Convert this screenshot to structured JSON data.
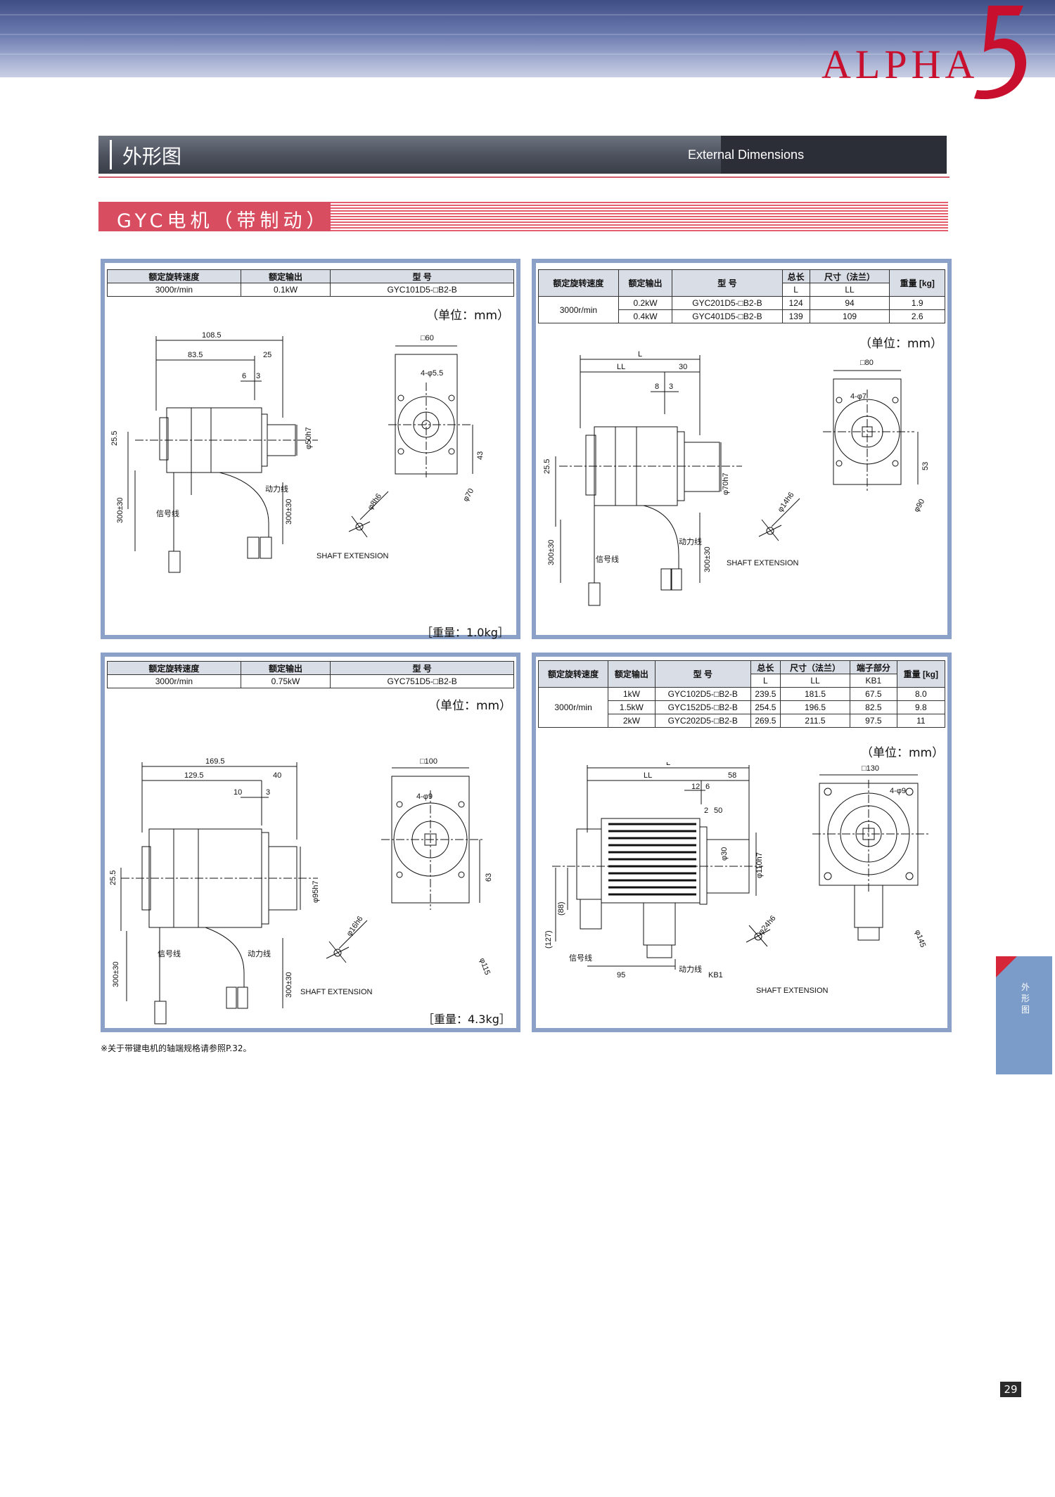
{
  "header": {
    "logo_text": "ALPHA",
    "logo_five": "5"
  },
  "section": {
    "title_cn": "外形图",
    "title_en": "External Dimensions"
  },
  "subsection": {
    "title": "GYC电机（带制动）"
  },
  "labels": {
    "unit": "（单位：mm）",
    "shaft_extension": "SHAFT EXTENSION",
    "signal_line": "信号线",
    "power_line": "动力线"
  },
  "panels": [
    {
      "headers": [
        "额定旋转速度",
        "额定输出",
        "型 号"
      ],
      "rows": [
        [
          "3000r/min",
          "0.1kW",
          "GYC101D5-□B2-B"
        ]
      ],
      "weight": "［重量：1.0kg］",
      "dims": {
        "total": "108.5",
        "ll": "83.5",
        "shaft": "25",
        "d1": "6",
        "d2": "3",
        "h": "25.5",
        "cable": "300±30",
        "shaft_dia": "φ50h7",
        "flange": "□60",
        "holes": "4-φ5.5",
        "pcd": "φ70",
        "side": "43",
        "key": "φ8h6"
      }
    },
    {
      "headers": [
        "额定旋转速度",
        "额定输出",
        "型 号",
        "总长",
        "尺寸（法兰）",
        "重量 [kg]"
      ],
      "subheaders": [
        "L",
        "LL"
      ],
      "speed": "3000r/min",
      "rows": [
        [
          "0.2kW",
          "GYC201D5-□B2-B",
          "124",
          "94",
          "1.9"
        ],
        [
          "0.4kW",
          "GYC401D5-□B2-B",
          "139",
          "109",
          "2.6"
        ]
      ],
      "dims": {
        "total": "L",
        "ll": "LL",
        "shaft": "30",
        "d1": "8",
        "d2": "3",
        "h": "25.5",
        "cable": "300±30",
        "shaft_dia": "φ70h7",
        "flange": "□80",
        "holes": "4-φ7",
        "pcd": "φ90",
        "side": "53",
        "key": "φ14h6"
      }
    },
    {
      "headers": [
        "额定旋转速度",
        "额定输出",
        "型 号"
      ],
      "rows": [
        [
          "3000r/min",
          "0.75kW",
          "GYC751D5-□B2-B"
        ]
      ],
      "weight": "［重量：4.3kg］",
      "dims": {
        "total": "169.5",
        "ll": "129.5",
        "shaft": "40",
        "d1": "10",
        "d2": "3",
        "h": "25.5",
        "cable": "300±30",
        "shaft_dia": "φ95h7",
        "flange": "□100",
        "holes": "4-φ9",
        "pcd": "φ115",
        "side": "63",
        "key": "φ16h6"
      }
    },
    {
      "headers": [
        "额定旋转速度",
        "额定输出",
        "型 号",
        "总长",
        "尺寸（法兰）",
        "端子部分",
        "重量 [kg]"
      ],
      "subheaders": [
        "L",
        "LL",
        "KB1"
      ],
      "speed": "3000r/min",
      "rows": [
        [
          "1kW",
          "GYC102D5-□B2-B",
          "239.5",
          "181.5",
          "67.5",
          "8.0"
        ],
        [
          "1.5kW",
          "GYC152D5-□B2-B",
          "254.5",
          "196.5",
          "82.5",
          "9.8"
        ],
        [
          "2kW",
          "GYC202D5-□B2-B",
          "269.5",
          "211.5",
          "97.5",
          "11"
        ]
      ],
      "dims": {
        "total": "L",
        "ll": "LL",
        "shaft": "58",
        "d1": "12",
        "d2": "6",
        "d3": "2",
        "d4": "50",
        "h1": "(127)",
        "h2": "(88)",
        "d_shaft": "φ30",
        "shaft_dia": "φ110h7",
        "flange": "□130",
        "holes": "4-φ9",
        "pcd": "φ145",
        "key": "φ24h6",
        "b1": "95",
        "b2": "KB1"
      }
    }
  ],
  "footnote": "※关于带键电机的轴端规格请参照P.32。",
  "side_tab": "外形图",
  "page_number": "29"
}
